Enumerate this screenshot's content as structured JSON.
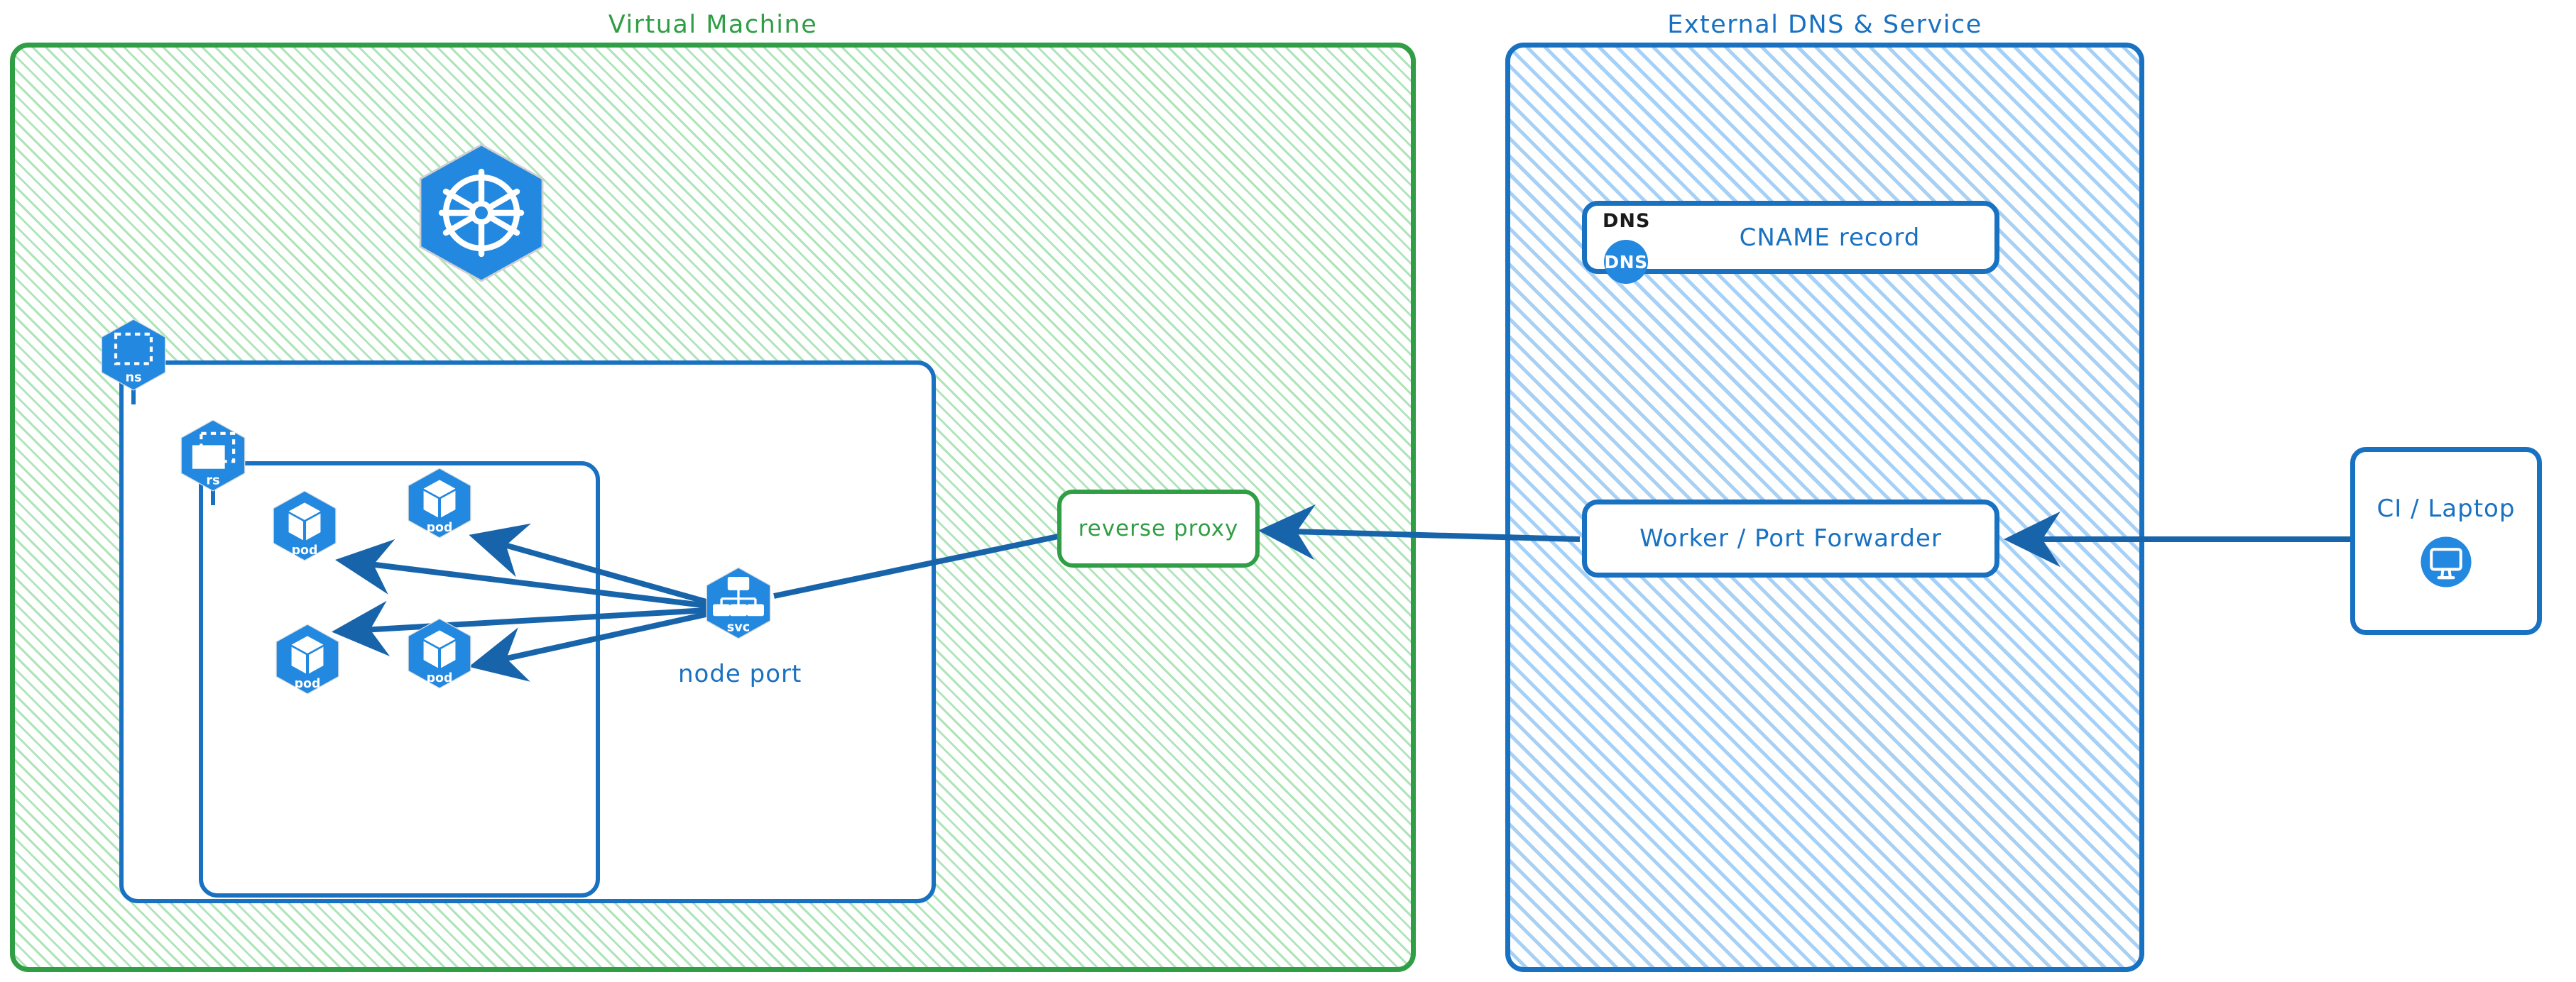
{
  "diagram": {
    "type": "architecture-diagram",
    "groups": [
      {
        "id": "vm",
        "title": "Virtual Machine",
        "color": "#2f9e44",
        "style": "hatched-green"
      },
      {
        "id": "ext",
        "title": "External DNS & Service",
        "color": "#1971c2",
        "style": "hatched-blue"
      }
    ]
  },
  "vm": {
    "title": "Virtual Machine",
    "k8s_logo_name": "kubernetes-logo",
    "namespace_badge": {
      "label": "ns",
      "icon": "namespace-icon"
    },
    "replicaset_badge": {
      "label": "rs",
      "icon": "replicaset-icon"
    },
    "pods": [
      {
        "label": "pod",
        "icon": "pod-icon"
      },
      {
        "label": "pod",
        "icon": "pod-icon"
      },
      {
        "label": "pod",
        "icon": "pod-icon"
      },
      {
        "label": "pod",
        "icon": "pod-icon"
      }
    ],
    "service": {
      "label": "svc",
      "icon": "service-icon",
      "caption": "node port"
    },
    "reverse_proxy": {
      "label": "reverse proxy"
    }
  },
  "external": {
    "title": "External DNS & Service",
    "dns_card": {
      "tag": "DNS",
      "badge_text": "DNS",
      "label": "CNAME record"
    },
    "worker": {
      "label": "Worker / Port Forwarder"
    }
  },
  "client": {
    "label": "CI / Laptop",
    "icon": "desktop-monitor-icon"
  },
  "colors": {
    "green_stroke": "#2f9e44",
    "blue_stroke": "#1971c2",
    "k8s_blue": "#2288e0",
    "arrow_blue": "#1864ab"
  }
}
